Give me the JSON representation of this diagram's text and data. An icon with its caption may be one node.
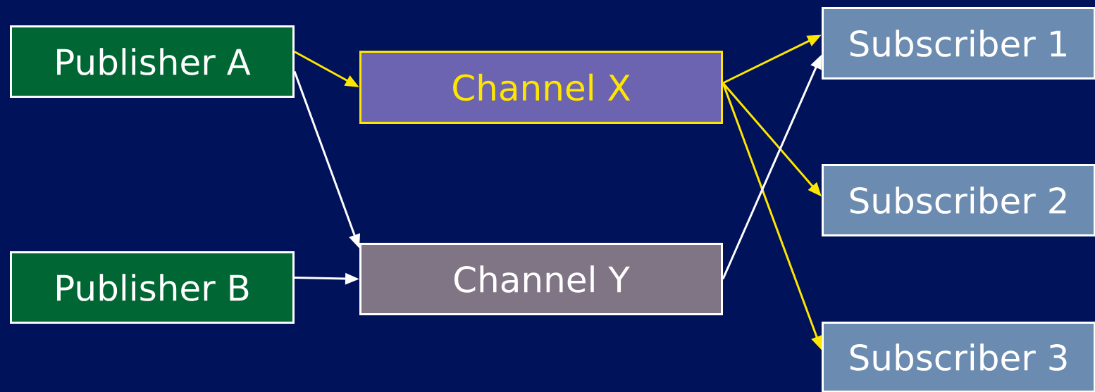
{
  "diagram": {
    "nodes": [
      {
        "text": [
          "Publisher A"
        ]
      },
      {
        "text": [
          "Publisher B"
        ]
      },
      {
        "text": [
          "Channel X"
        ]
      },
      {
        "text": [
          "Channel Y"
        ]
      },
      {
        "text": [
          "Subscriber 1"
        ]
      },
      {
        "text": [
          "Subscriber 2"
        ]
      },
      {
        "text": [
          "Subscriber 3"
        ]
      }
    ],
    "edges": [
      {
        "from": 0,
        "to": 2,
        "arrow": "to"
      },
      {
        "from": 0,
        "to": 3,
        "arrow": "to",
        "color": "#ffffff"
      },
      {
        "from": 1,
        "to": 3,
        "arrow": "to",
        "color": "#ffffff"
      },
      {
        "from": 2,
        "to": 4,
        "arrow": "to"
      },
      {
        "from": 2,
        "to": 5,
        "arrow": "to"
      },
      {
        "from": 2,
        "to": 6,
        "arrow": "to"
      },
      {
        "from": 3,
        "to": 4,
        "arrow": "to",
        "color": "#ffffff"
      }
    ]
  }
}
